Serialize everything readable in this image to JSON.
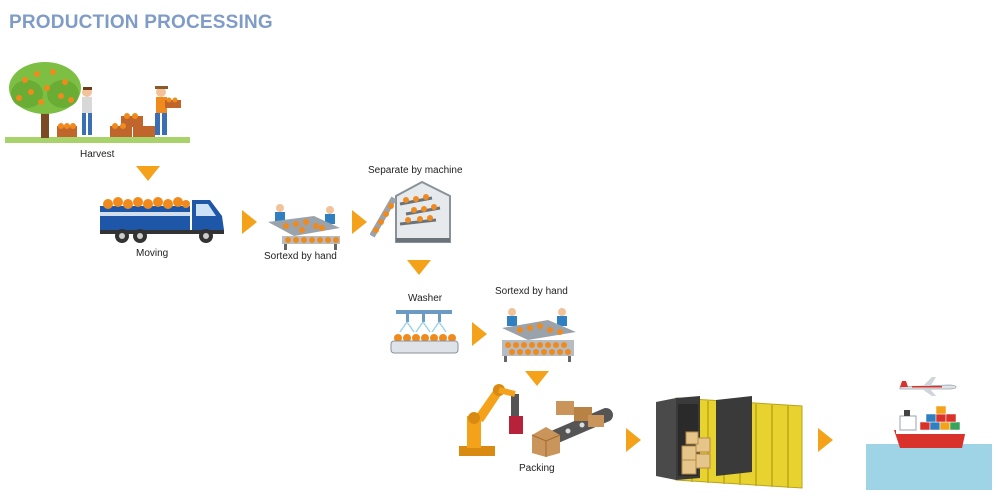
{
  "title": "PRODUCTION PROCESSING",
  "steps": {
    "harvest": "Harvest",
    "moving": "Moving",
    "sorted_hand_1": "Sortexd by hand",
    "separate_machine": "Separate by machine",
    "washer": "Washer",
    "sorted_hand_2": "Sortexd by hand",
    "packing": "Packing"
  },
  "colors": {
    "title": "#7f9cc7",
    "arrow": "#f5a21b",
    "orange_fruit": "#f08a1c",
    "truck_blue": "#1f57a8",
    "container_yellow": "#e8d230",
    "ship_red": "#d8322b",
    "sea": "#9ed4e6"
  },
  "icons": [
    "orange-tree-icon",
    "farmer-icon",
    "truck-icon",
    "sorting-table-icon",
    "separator-machine-icon",
    "washer-icon",
    "robot-arm-icon",
    "conveyor-boxes-icon",
    "shipping-container-icon",
    "airplane-icon",
    "cargo-ship-icon"
  ]
}
